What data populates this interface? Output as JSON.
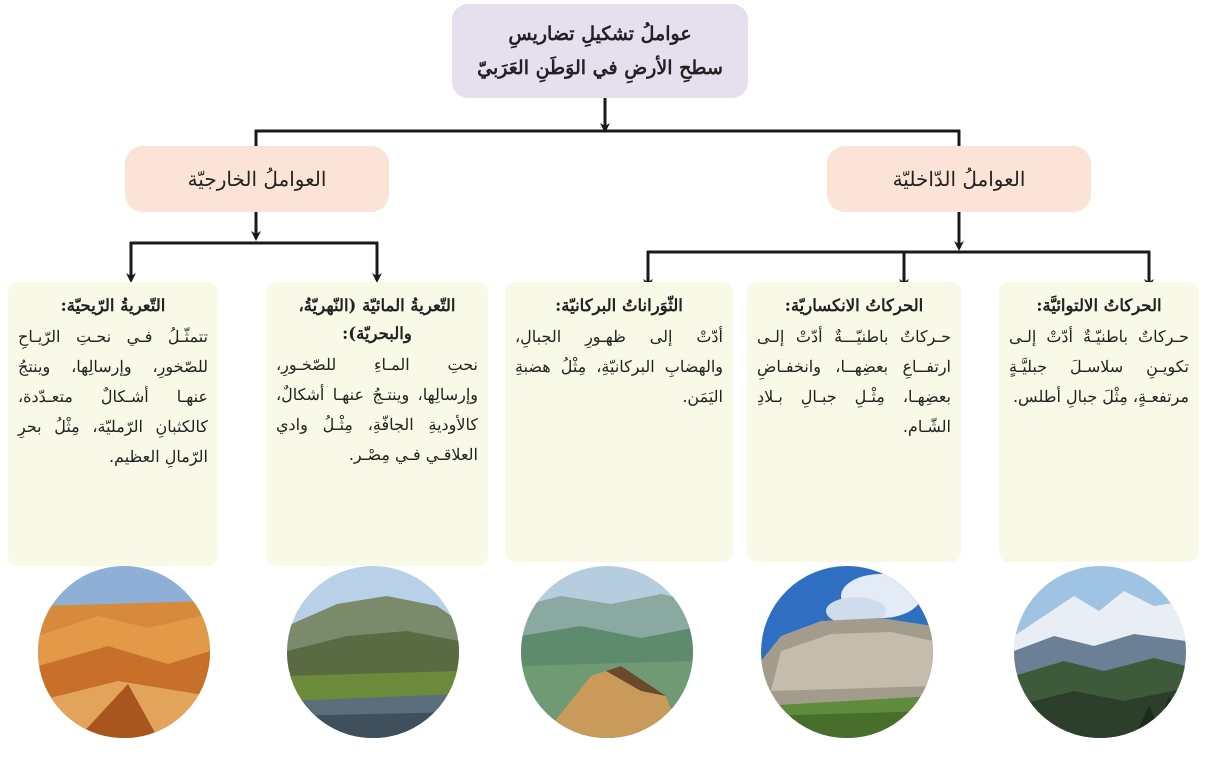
{
  "root": {
    "line1": "عواملُ تشكيلِ تضاريسِ",
    "line2": "سطحِ الأرضِ في الوَطَنِ العَرَبيّ"
  },
  "groups": {
    "internal": "العواملُ الدّاخليّة",
    "external": "العواملُ الخارجيّة"
  },
  "cards": {
    "folding": {
      "title": "الحركاتُ الالتوائيَّة:",
      "body": "حـركاتٌ باطنيّـةٌ أدّتْ إلـى تكويـنِ سلاسـلَ جبليَّـةٍ مرتفعـةٍ، مِثْلَ جبالِ أطلس."
    },
    "faulting": {
      "title": "الحركاتُ الانكساريّة:",
      "body": "حـركاتٌ باطنيّـــةٌ أدّتْ إلـى ارتفــاعِ بعضِهــا، وانخفـاضِ بعضِهـا، مِثْـلِ جبـالِ بـلادِ الشّـام."
    },
    "volcanic": {
      "title": "الثّوَراناتُ البركانيّة:",
      "body": "أدّتْ إلى ظهـورِ الجبالِ، والهضابِ البركانيّةِ، مِثْلُ هضبةِ اليَمَن."
    },
    "water": {
      "title": "التّعريةُ المائيّة (النّهريّةُ، والبحريّة):",
      "body": "نحتِ المـاءِ للصّخـورِ، وإرسالِها، وينتـجُ عنهـا أشكالٌ، كالأوديةِ الجافّةِ، مِثْـلُ وادي العلاقـي فـي مِصْـر."
    },
    "wind": {
      "title": "التّعريةُ الرّيحيّة:",
      "body": "تتمثّـلُ فـي نحـتِ الرّيـاحِ للصّخورِ، وإرسالِها، وينتجُ عنهـا أشـكالٌ متعـدّدة، كالكثبانِ الرّمليّة، مِثْلُ بحرِ الرّمالِ العظيم."
    }
  },
  "colors": {
    "root_bg": "#e6e0ee",
    "group_bg": "#fbe3d7",
    "card_bg": "#f8f9e6",
    "connector": "#1a1a1a"
  }
}
